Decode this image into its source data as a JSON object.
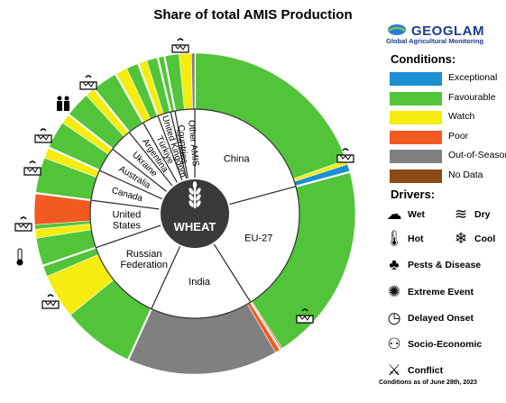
{
  "title": "Share of total AMIS Production",
  "logo": {
    "name": "GEOGLAM",
    "subtitle": "Global Agricultural Monitoring"
  },
  "conditions_heading": "Conditions:",
  "drivers_heading": "Drivers:",
  "center_label": "WHEAT",
  "footer": "Conditions as of June 28th, 2023",
  "colors": {
    "Exceptional": "#1a8fd1",
    "Favourable": "#52c43a",
    "Watch": "#f5ec10",
    "Poor": "#f25a21",
    "Out-of-Season": "#808080",
    "No Data": "#8b4a16"
  },
  "legend": [
    {
      "label": "Exceptional",
      "color": "#1a8fd1"
    },
    {
      "label": "Favourable",
      "color": "#52c43a"
    },
    {
      "label": "Watch",
      "color": "#f5ec10"
    },
    {
      "label": "Poor",
      "color": "#f25a21"
    },
    {
      "label": "Out-of-Season",
      "color": "#808080"
    },
    {
      "label": "No Data",
      "color": "#8b4a16"
    }
  ],
  "drivers": [
    {
      "label": "Wet",
      "icon": "wet-icon"
    },
    {
      "label": "Dry",
      "icon": "dry-icon"
    },
    {
      "label": "Hot",
      "icon": "hot-icon"
    },
    {
      "label": "Cool",
      "icon": "cool-icon"
    },
    {
      "label": "Pests & Disease",
      "icon": "pests-disease-icon"
    },
    {
      "label": "Extreme Event",
      "icon": "extreme-event-icon"
    },
    {
      "label": "Delayed Onset",
      "icon": "delayed-onset-icon"
    },
    {
      "label": "Socio-Economic",
      "icon": "socio-economic-icon"
    },
    {
      "label": "Conflict",
      "icon": "conflict-icon"
    }
  ],
  "chart_data": {
    "type": "pie",
    "subtype": "two-level donut (inner: country share of production, outer: crop conditions within country)",
    "countries": [
      {
        "name": "China",
        "share": 18.5,
        "conditions": [
          [
            "Favourable",
            17.4
          ],
          [
            "Watch",
            0.4
          ],
          [
            "Exceptional",
            0.7
          ]
        ]
      },
      {
        "name": "EU-27",
        "share": 18.0,
        "conditions": [
          [
            "Favourable",
            17.8
          ],
          [
            "Poor",
            0.2
          ]
        ]
      },
      {
        "name": "India",
        "share": 14.0,
        "conditions": [
          [
            "Poor",
            0.5
          ],
          [
            "Out-of-Season",
            13.5
          ]
        ]
      },
      {
        "name": "Russian Federation",
        "share": 11.5,
        "conditions": [
          [
            "Favourable",
            6.5
          ],
          [
            "Watch",
            4.0
          ],
          [
            "Favourable",
            1.0
          ]
        ]
      },
      {
        "name": "United States",
        "share": 6.5,
        "conditions": [
          [
            "Favourable",
            2.5
          ],
          [
            "Watch",
            0.8
          ],
          [
            "Favourable",
            0.4
          ],
          [
            "Poor",
            2.8
          ]
        ]
      },
      {
        "name": "Canada",
        "share": 4.2,
        "conditions": [
          [
            "Favourable",
            3.2
          ],
          [
            "Watch",
            1.0
          ]
        ]
      },
      {
        "name": "Australia",
        "share": 3.4,
        "conditions": [
          [
            "Favourable",
            2.5
          ],
          [
            "Watch",
            0.9
          ]
        ]
      },
      {
        "name": "Ukraine",
        "share": 3.2,
        "conditions": [
          [
            "Favourable",
            2.3
          ],
          [
            "Watch",
            0.9
          ]
        ]
      },
      {
        "name": "Argentina",
        "share": 2.3,
        "conditions": [
          [
            "Favourable",
            2.3
          ]
        ]
      },
      {
        "name": "Türkiye",
        "share": 2.2,
        "conditions": [
          [
            "Watch",
            1.1
          ],
          [
            "Favourable",
            1.1
          ]
        ]
      },
      {
        "name": "United Kingdom",
        "share": 1.8,
        "conditions": [
          [
            "Watch",
            0.8
          ],
          [
            "Favourable",
            1.0
          ]
        ]
      },
      {
        "name": "Saudi Arabia",
        "share": 0.6,
        "conditions": [
          [
            "Favourable",
            0.6
          ]
        ]
      },
      {
        "name": "Other AMIS Countries",
        "share": 2.7,
        "conditions": [
          [
            "Favourable",
            1.3
          ],
          [
            "Watch",
            1.1
          ],
          [
            "Out-of-Season",
            0.3
          ]
        ]
      }
    ],
    "inner_labels": [
      "China",
      "EU-27",
      "India",
      "Russian\nFederation",
      "United\nStates",
      "Canada",
      "Australia",
      "Ukraine",
      "Argentina",
      "Türkiye",
      "United Kingdom",
      "Saudi Arabia",
      "Other AMIS\nCountries"
    ]
  }
}
